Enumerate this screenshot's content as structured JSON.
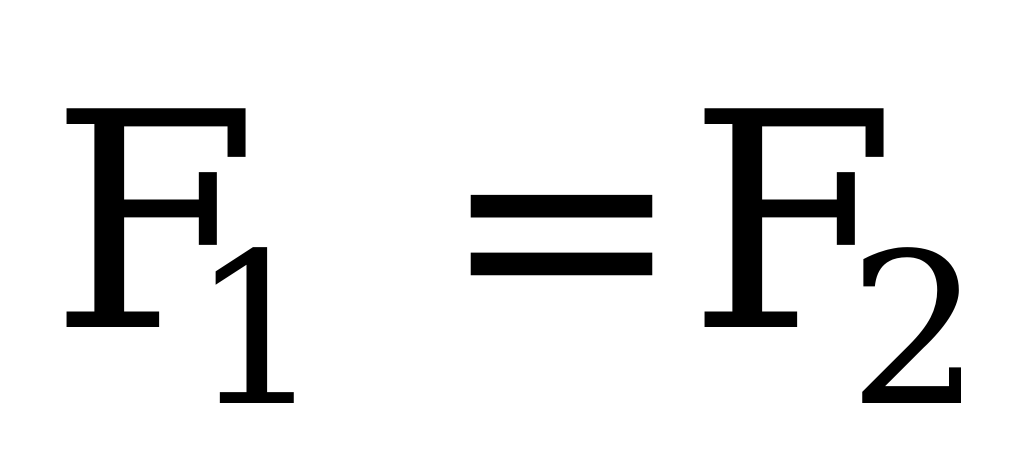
{
  "equation": {
    "left_symbol": "F",
    "left_subscript": "1",
    "operator": "=",
    "right_symbol": "F",
    "right_subscript": "2"
  },
  "colors": {
    "text": "#000000",
    "background": "#ffffff"
  }
}
